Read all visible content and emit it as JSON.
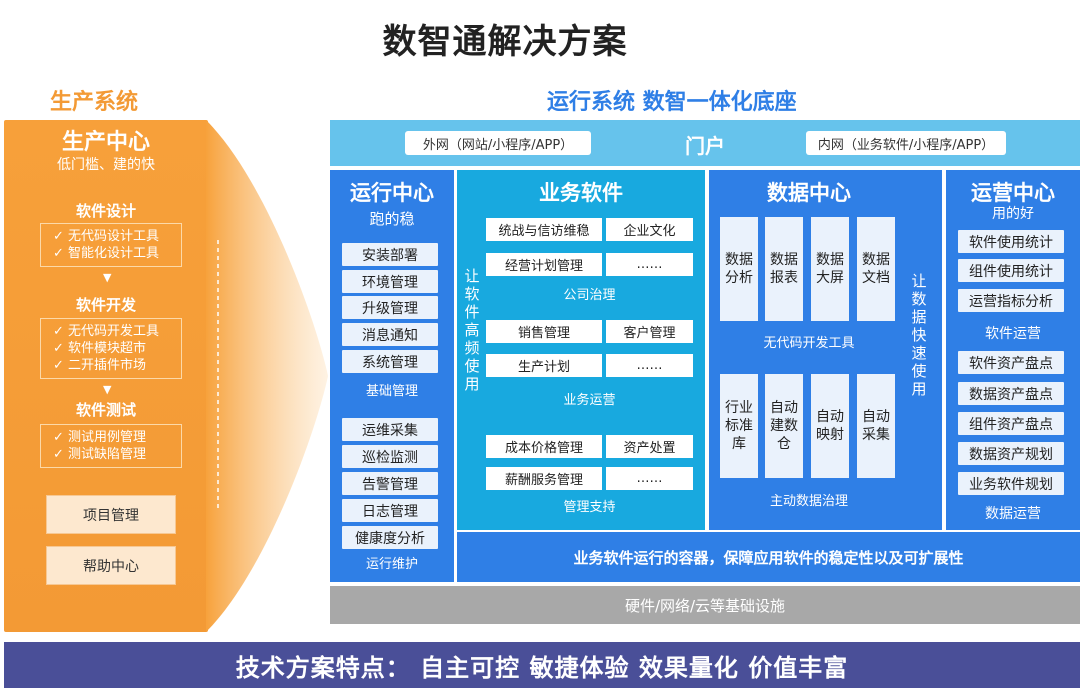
{
  "title": "数智通解决方案",
  "production_section": {
    "title": "生产系统",
    "center_title": "生产中心",
    "center_subtitle": "低门槛、建的快",
    "design_title": "软件设计",
    "design_items": [
      "无代码设计工具",
      "智能化设计工具"
    ],
    "dev_title": "软件开发",
    "dev_items": [
      "无代码开发工具",
      "软件模块超市",
      "二开插件市场"
    ],
    "test_title": "软件测试",
    "test_items": [
      "测试用例管理",
      "测试缺陷管理"
    ],
    "project_btn": "项目管理",
    "help_btn": "帮助中心"
  },
  "run_section": {
    "title": "运行系统 数智一体化底座",
    "portal": {
      "left": "外网（网站/小程序/APP）",
      "center": "门户",
      "right": "内网（业务软件/小程序/APP）"
    },
    "run_center": {
      "title": "运行中心",
      "subtitle": "跑的稳",
      "basic_items": [
        "安装部署",
        "环境管理",
        "升级管理",
        "消息通知",
        "系统管理"
      ],
      "basic_caption": "基础管理",
      "ops_items": [
        "运维采集",
        "巡检监测",
        "告警管理",
        "日志管理",
        "健康度分析"
      ],
      "ops_caption": "运行维护"
    },
    "biz_software": {
      "title": "业务软件",
      "side_text": "让软件高频使用",
      "company": {
        "r1": [
          "统战与信访维稳",
          "企业文化"
        ],
        "r2": [
          "经营计划管理",
          "……"
        ],
        "caption": "公司治理"
      },
      "ops": {
        "r1": [
          "销售管理",
          "客户管理"
        ],
        "r2": [
          "生产计划",
          "……"
        ],
        "caption": "业务运营"
      },
      "support": {
        "r1": [
          "成本价格管理",
          "资产处置"
        ],
        "r2": [
          "薪酬服务管理",
          "……"
        ],
        "caption": "管理支持"
      }
    },
    "data_center": {
      "title": "数据中心",
      "side_text": "让数据快速使用",
      "top_items": [
        "数据分析",
        "数据报表",
        "数据大屏",
        "数据文档"
      ],
      "top_caption": "无代码开发工具",
      "bottom_items": [
        "行业标准库",
        "自动建数仓",
        "自动映射",
        "自动采集"
      ],
      "bottom_caption": "主动数据治理"
    },
    "ops_center": {
      "title": "运营中心",
      "subtitle": "用的好",
      "items_a": [
        "软件使用统计",
        "组件使用统计",
        "运营指标分析"
      ],
      "caption_a": "软件运营",
      "items_b": [
        "软件资产盘点",
        "数据资产盘点",
        "组件资产盘点",
        "数据资产规划",
        "业务软件规划"
      ],
      "caption_b": "数据运营"
    },
    "container_text": "业务软件运行的容器，保障应用软件的稳定性以及可扩展性",
    "infra_text": "硬件/网络/云等基础设施"
  },
  "footer": "技术方案特点： 自主可控 敏捷体验 效果量化 价值丰富",
  "colors": {
    "orange": "#f39a35",
    "blue": "#2f7fe6",
    "cyan": "#18a9df",
    "light_blue": "#66c3ec",
    "gray": "#a8a8a8",
    "navy": "#4a4f98"
  }
}
